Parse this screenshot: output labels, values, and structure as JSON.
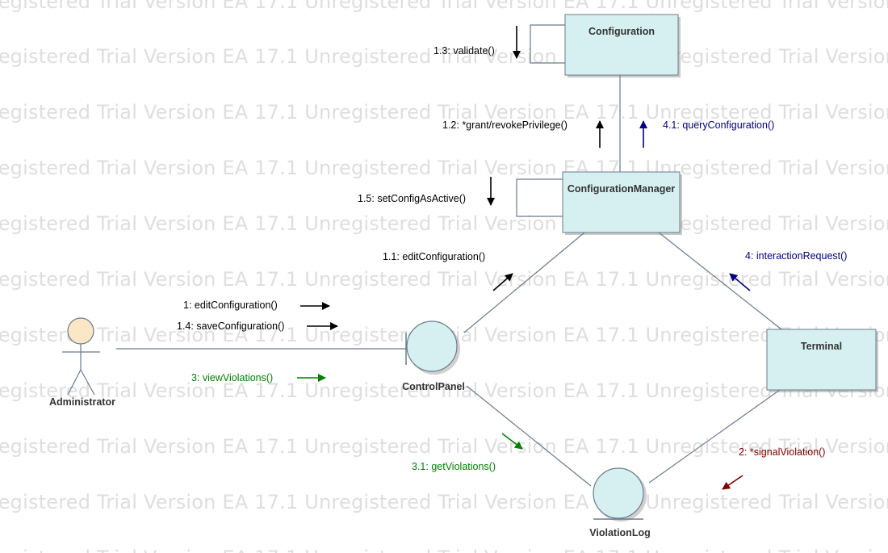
{
  "watermark": "Unregistered Trial Version EA 17.1",
  "colors": {
    "black": "#000000",
    "blue": "#000080",
    "green": "#008000",
    "darkred": "#800000",
    "box_fill": "#d6f0f1",
    "actor_fill": "#fbe7c6",
    "connector": "#6b7b8c"
  },
  "elements": {
    "configuration": "Configuration",
    "configuration_manager": "ConfigurationManager",
    "terminal": "Terminal",
    "control_panel": "ControlPanel",
    "violation_log": "ViolationLog",
    "administrator": "Administrator"
  },
  "messages": {
    "m1_3": "1.3: validate()",
    "m1_2": "1.2: *grant/revokePrivilege()",
    "m4_1": "4.1: queryConfiguration()",
    "m1_5": "1.5: setConfigAsActive()",
    "m1_1": "1.1: editConfiguration()",
    "m4": "4: interactionRequest()",
    "m1": "1: editConfiguration()",
    "m1_4": "1.4: saveConfiguration()",
    "m3": "3: viewViolations()",
    "m3_1": "3.1: getViolations()",
    "m2": "2: *signalViolation()"
  }
}
